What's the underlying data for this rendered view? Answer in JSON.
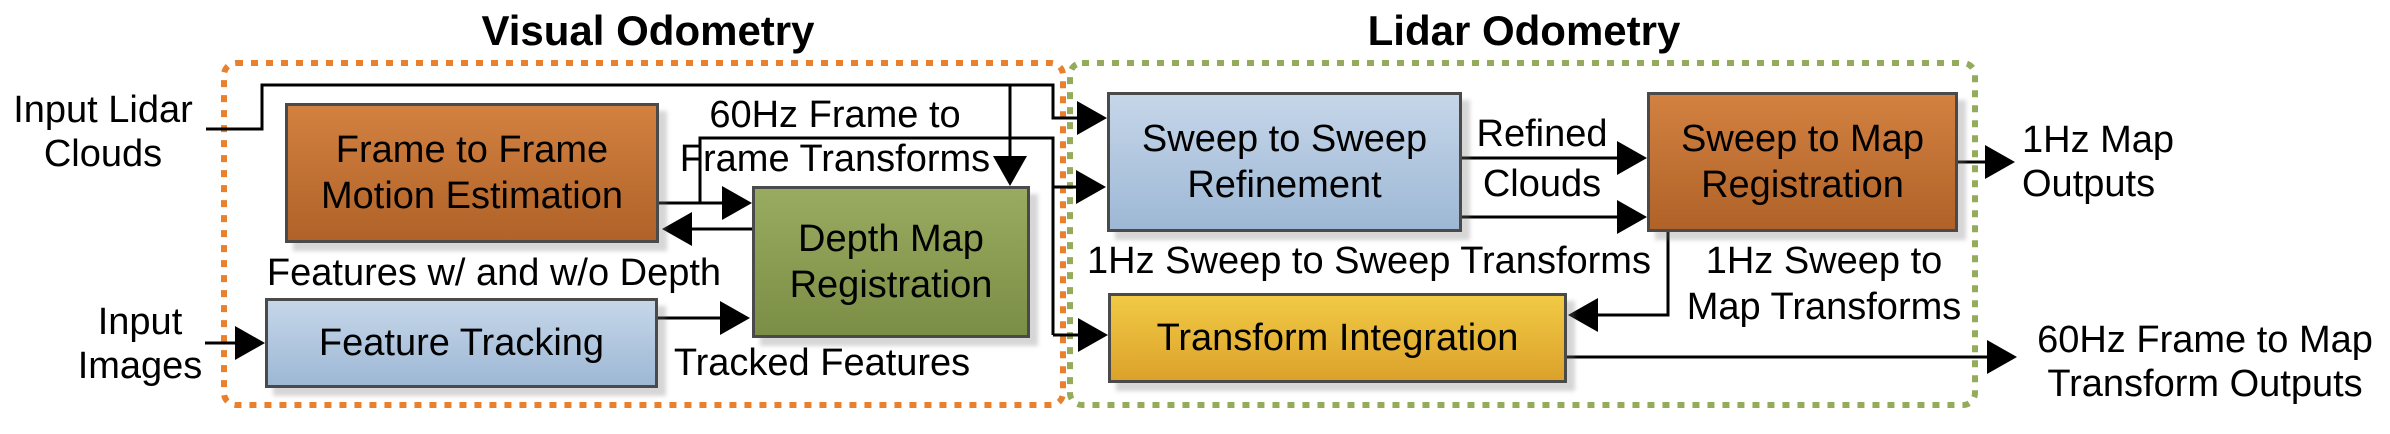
{
  "titles": {
    "visual": "Visual Odometry",
    "lidar": "Lidar Odometry"
  },
  "inputs": {
    "lidar_clouds": "Input Lidar\nClouds",
    "images": "Input\nImages"
  },
  "boxes": {
    "frame_to_frame": "Frame to Frame\nMotion Estimation",
    "feature_tracking": "Feature Tracking",
    "depth_map": "Depth Map\nRegistration",
    "sweep_to_sweep": "Sweep to Sweep\nRefinement",
    "sweep_to_map": "Sweep to Map\nRegistration",
    "transform_integration": "Transform Integration"
  },
  "edge_labels": {
    "frame_transforms": "60Hz Frame to\nFrame Transforms",
    "features_depth": "Features w/ and w/o Depth",
    "tracked_features": "Tracked Features",
    "sweep_transforms": "1Hz Sweep to Sweep Transforms",
    "refined_clouds": "Refined\nClouds",
    "map_transforms": "1Hz Sweep to\nMap Transforms"
  },
  "outputs": {
    "map_outputs": "1Hz Map\nOutputs",
    "frame_to_map": "60Hz Frame to Map\nTransform Outputs"
  },
  "colors": {
    "visual_border": "#e8802d",
    "lidar_border": "#93ab5b",
    "brown_box": "#c17133",
    "blue_box": "#b2c7df",
    "olive_box": "#8a9d53",
    "yellow_box": "#e7b637",
    "line": "#000000"
  }
}
